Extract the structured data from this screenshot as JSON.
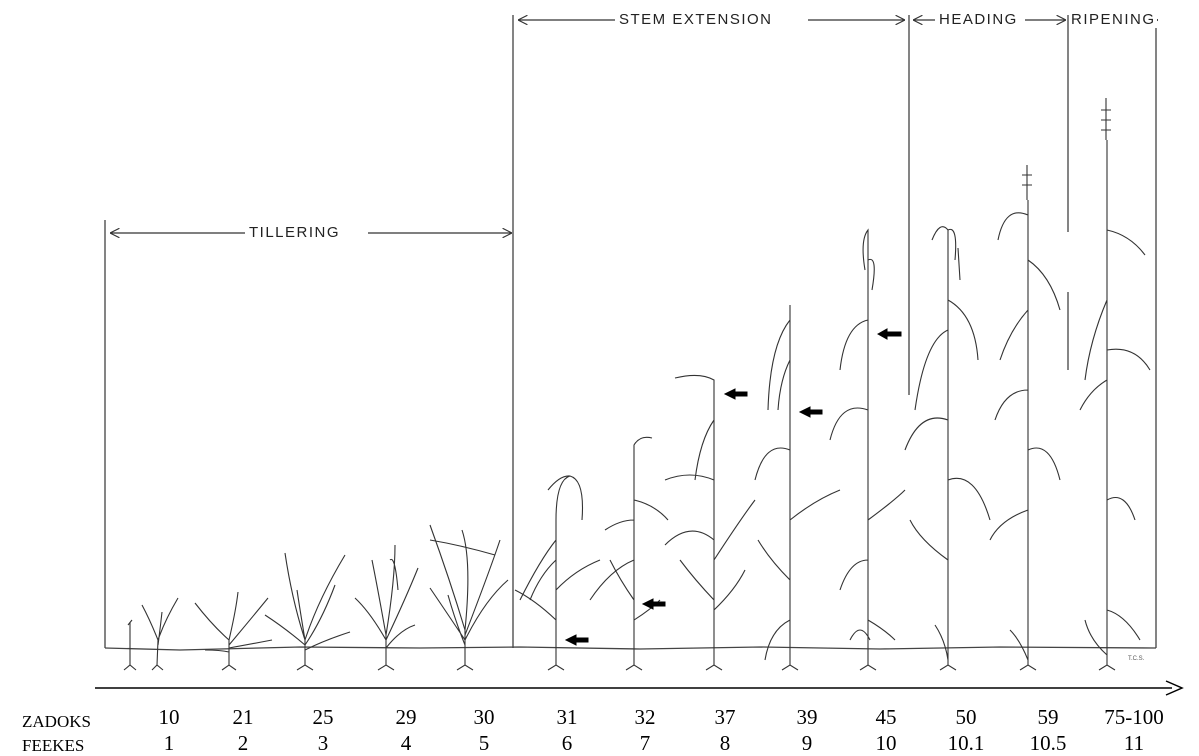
{
  "phases": {
    "tillering": "TILLERING",
    "stem_extension": "STEM EXTENSION",
    "heading": "HEADING",
    "ripening": "RIPENING"
  },
  "rows": {
    "zadoks_label": "ZADOKS",
    "feekes_label": "FEEKES"
  },
  "stages": [
    {
      "zadoks": "10",
      "feekes": "1"
    },
    {
      "zadoks": "21",
      "feekes": "2"
    },
    {
      "zadoks": "25",
      "feekes": "3"
    },
    {
      "zadoks": "29",
      "feekes": "4"
    },
    {
      "zadoks": "30",
      "feekes": "5"
    },
    {
      "zadoks": "31",
      "feekes": "6"
    },
    {
      "zadoks": "32",
      "feekes": "7"
    },
    {
      "zadoks": "37",
      "feekes": "8"
    },
    {
      "zadoks": "39",
      "feekes": "9"
    },
    {
      "zadoks": "45",
      "feekes": "10"
    },
    {
      "zadoks": "50",
      "feekes": "10.1"
    },
    {
      "zadoks": "59",
      "feekes": "10.5"
    },
    {
      "zadoks": "75-100",
      "feekes": "11"
    }
  ],
  "signature": "T.C.S."
}
